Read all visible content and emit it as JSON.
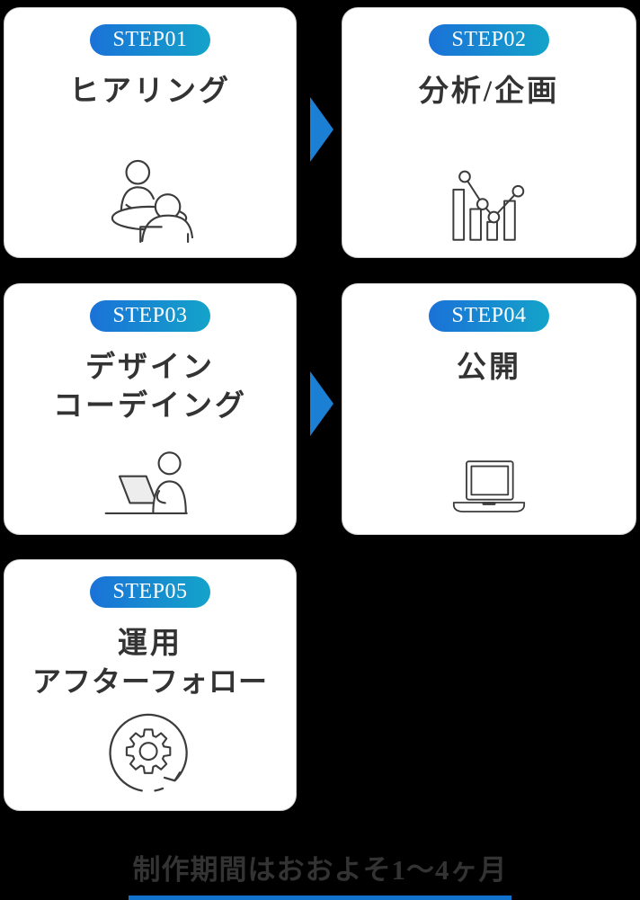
{
  "colors": {
    "background": "#000000",
    "card_bg": "#ffffff",
    "card_border": "#cfcfcf",
    "badge_gradient_start": "#1a72d8",
    "badge_gradient_end": "#14a3c9",
    "badge_text": "#ffffff",
    "title_text": "#333333",
    "arrow_blue": "#1b7fd4",
    "footer_text": "#333333",
    "footer_bar": "#1273cf",
    "icon_stroke": "#3c3c3c"
  },
  "steps": [
    {
      "badge": "STEP01",
      "title_lines": [
        "ヒアリング"
      ],
      "icon": "meeting-icon"
    },
    {
      "badge": "STEP02",
      "title_lines": [
        "分析/企画"
      ],
      "icon": "bar-chart-icon"
    },
    {
      "badge": "STEP03",
      "title_lines": [
        "デザイン",
        "コーデイング"
      ],
      "icon": "person-laptop-icon"
    },
    {
      "badge": "STEP04",
      "title_lines": [
        "公開"
      ],
      "icon": "laptop-icon"
    },
    {
      "badge": "STEP05",
      "title_lines": [
        "運用",
        "アフターフォロー"
      ],
      "icon": "gear-cycle-icon"
    }
  ],
  "footer": {
    "text": "制作期間はおおよそ1〜4ヶ月"
  }
}
